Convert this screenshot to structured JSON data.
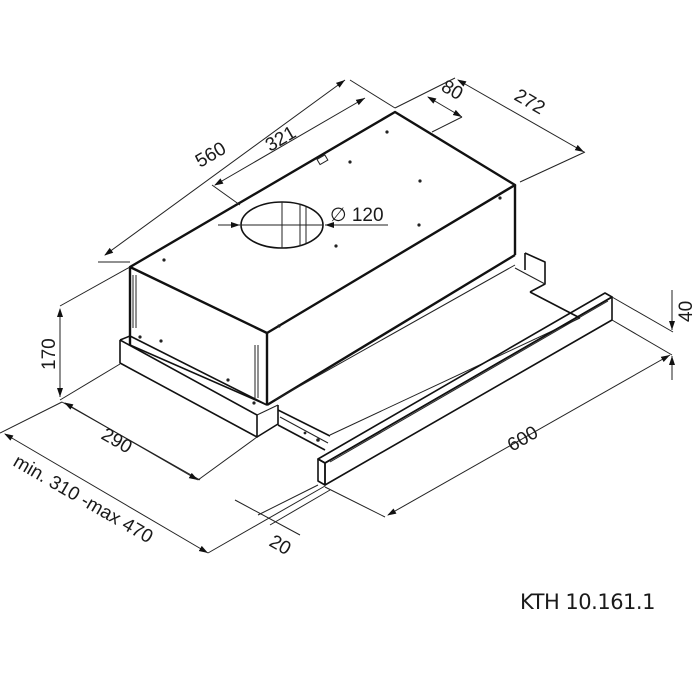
{
  "drawing": {
    "title": "Range hood dimension drawing",
    "model": "KTH 10.161.1",
    "units": "mm",
    "colors": {
      "line": "#111111",
      "background": "#ffffff"
    },
    "dimensions": {
      "overall_depth_top": "560",
      "duct_offset": "321",
      "rear_offset": "80",
      "width_top": "272",
      "duct_diameter": "∅ 120",
      "height": "170",
      "front_panel_height": "40",
      "width_front": "600",
      "body_depth": "290",
      "extension_range": "min. 310 -max 470",
      "front_offset": "20"
    }
  }
}
